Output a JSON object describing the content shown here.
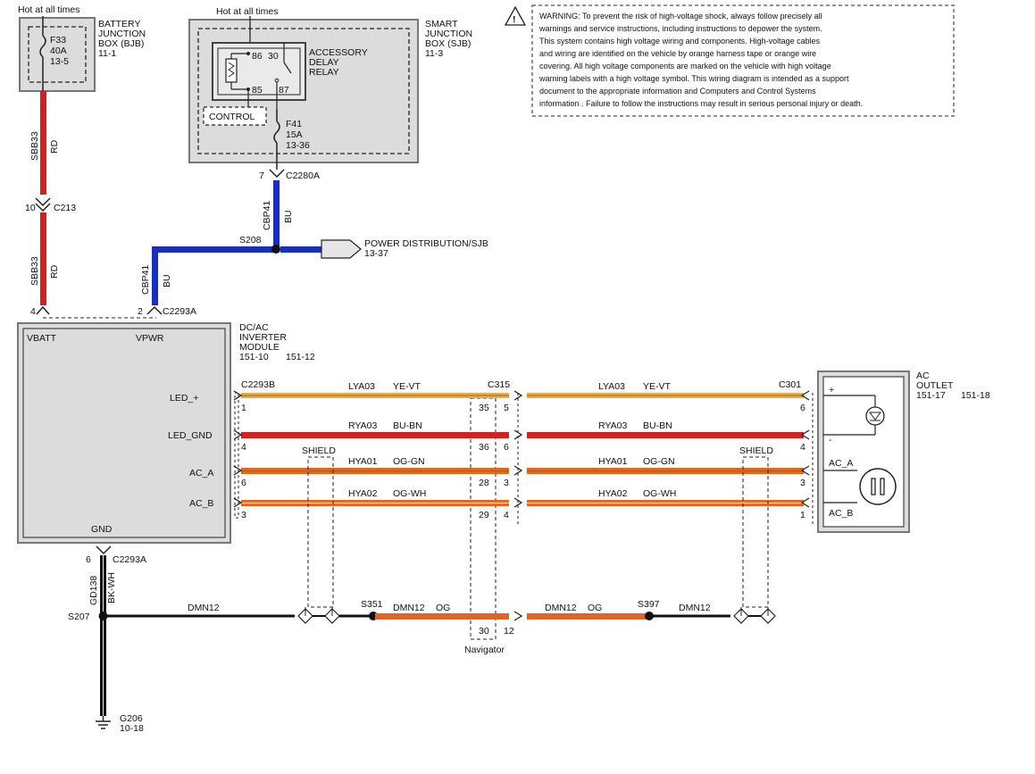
{
  "bjb": {
    "hot_label": "Hot at all times",
    "title1": "BATTERY",
    "title2": "JUNCTION",
    "title3": "BOX (BJB)",
    "ref": "11-1",
    "fuse": "F33",
    "amp": "40A",
    "fuse_ref": "13-5"
  },
  "sjb": {
    "hot_label": "Hot at all times",
    "title1": "SMART",
    "title2": "JUNCTION",
    "title3": "BOX (SJB)",
    "ref": "11-3",
    "relay1": "ACCESSORY",
    "relay2": "DELAY",
    "relay3": "RELAY",
    "pin86": "86",
    "pin85": "85",
    "pin30": "30",
    "pin87": "87",
    "control": "CONTROL",
    "fuse": "F41",
    "amp": "15A",
    "fuse_ref": "13-36"
  },
  "warning": {
    "lines": [
      "WARNING: To prevent the risk of high-voltage shock, always follow precisely all",
      "warnings and service instructions, including instructions to depower the system.",
      "This system contains high voltage wiring and components. High-voltage cables",
      "and wiring are identified on the vehicle by orange harness tape or orange wire",
      "covering. All high voltage components are marked on the vehicle with high voltage",
      "warning labels with a high voltage symbol. This wiring diagram is intended as a support",
      "document to the appropriate information and Computers and Control Systems",
      "information . Failure to follow the instructions may result in serious personal injury or death."
    ]
  },
  "wires": {
    "sbb33": "SBB33",
    "rd": "RD",
    "cbp41": "CBP41",
    "bu": "BU",
    "bk_wh": "BK-WH",
    "gd138": "GD138",
    "c213_pin": "10",
    "c213": "C213",
    "c2280a_pin": "7",
    "c2280a": "C2280A",
    "s208": "S208",
    "pd_label": "POWER DISTRIBUTION/SJB",
    "pd_ref": "13-37",
    "vbatt_pin": "4",
    "vpwr_pin": "2",
    "c2293a_top": "C2293A"
  },
  "inverter": {
    "title1": "DC/AC",
    "title2": "INVERTER",
    "title3": "MODULE",
    "ref1": "151-10",
    "ref2": "151-12",
    "vbatt": "VBATT",
    "vpwr": "VPWR",
    "led_plus": "LED_+",
    "led_gnd": "LED_GND",
    "ac_a": "AC_A",
    "ac_b": "AC_B",
    "gnd": "GND"
  },
  "harness": {
    "c2293b": "C2293B",
    "c315": "C315",
    "c301": "C301",
    "rows": [
      {
        "circuit": "LYA03",
        "color": "YE-VT",
        "p_left": "1",
        "p_mid_a": "35",
        "p_mid_b": "5",
        "p_right": "6"
      },
      {
        "circuit": "RYA03",
        "color": "BU-BN",
        "p_left": "4",
        "p_mid_a": "36",
        "p_mid_b": "6",
        "p_right": "4"
      },
      {
        "circuit": "HYA01",
        "color": "OG-GN",
        "p_left": "6",
        "p_mid_a": "28",
        "p_mid_b": "3",
        "p_right": "3"
      },
      {
        "circuit": "HYA02",
        "color": "OG-WH",
        "p_left": "3",
        "p_mid_a": "29",
        "p_mid_b": "4",
        "p_right": "1"
      }
    ],
    "shield": "SHIELD"
  },
  "outlet": {
    "title1": "AC",
    "title2": "OUTLET",
    "ref1": "151-17",
    "ref2": "151-18",
    "plus": "+",
    "minus": "-",
    "ac_a": "AC_A",
    "ac_b": "AC_B"
  },
  "ground": {
    "gnd_pin": "6",
    "c2293a": "C2293A",
    "s207": "S207",
    "dmn12": "DMN12",
    "s351": "S351",
    "og": "OG",
    "p30": "30",
    "p12": "12",
    "navigator": "Navigator",
    "s397": "S397",
    "g206": "G206",
    "g206_ref": "10-18"
  }
}
